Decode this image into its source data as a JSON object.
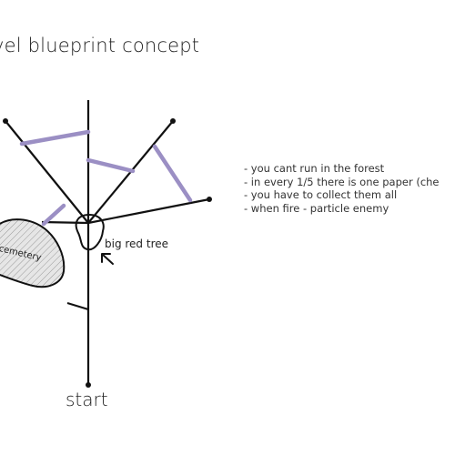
{
  "title": "vel blueprint concept",
  "notes": [
    "- you cant run in the forest",
    "- in every 1/5 there is one paper (che",
    "- you have to collect them all",
    "- when fire - particle enemy"
  ],
  "landmarks": {
    "tree_label": "big red tree",
    "start_label": "start",
    "cemetery_label": "cemetery"
  },
  "colors": {
    "ink": "#111111",
    "path_purple": "#9b8fc4",
    "cemetery_fill": "#d9d9d9"
  }
}
